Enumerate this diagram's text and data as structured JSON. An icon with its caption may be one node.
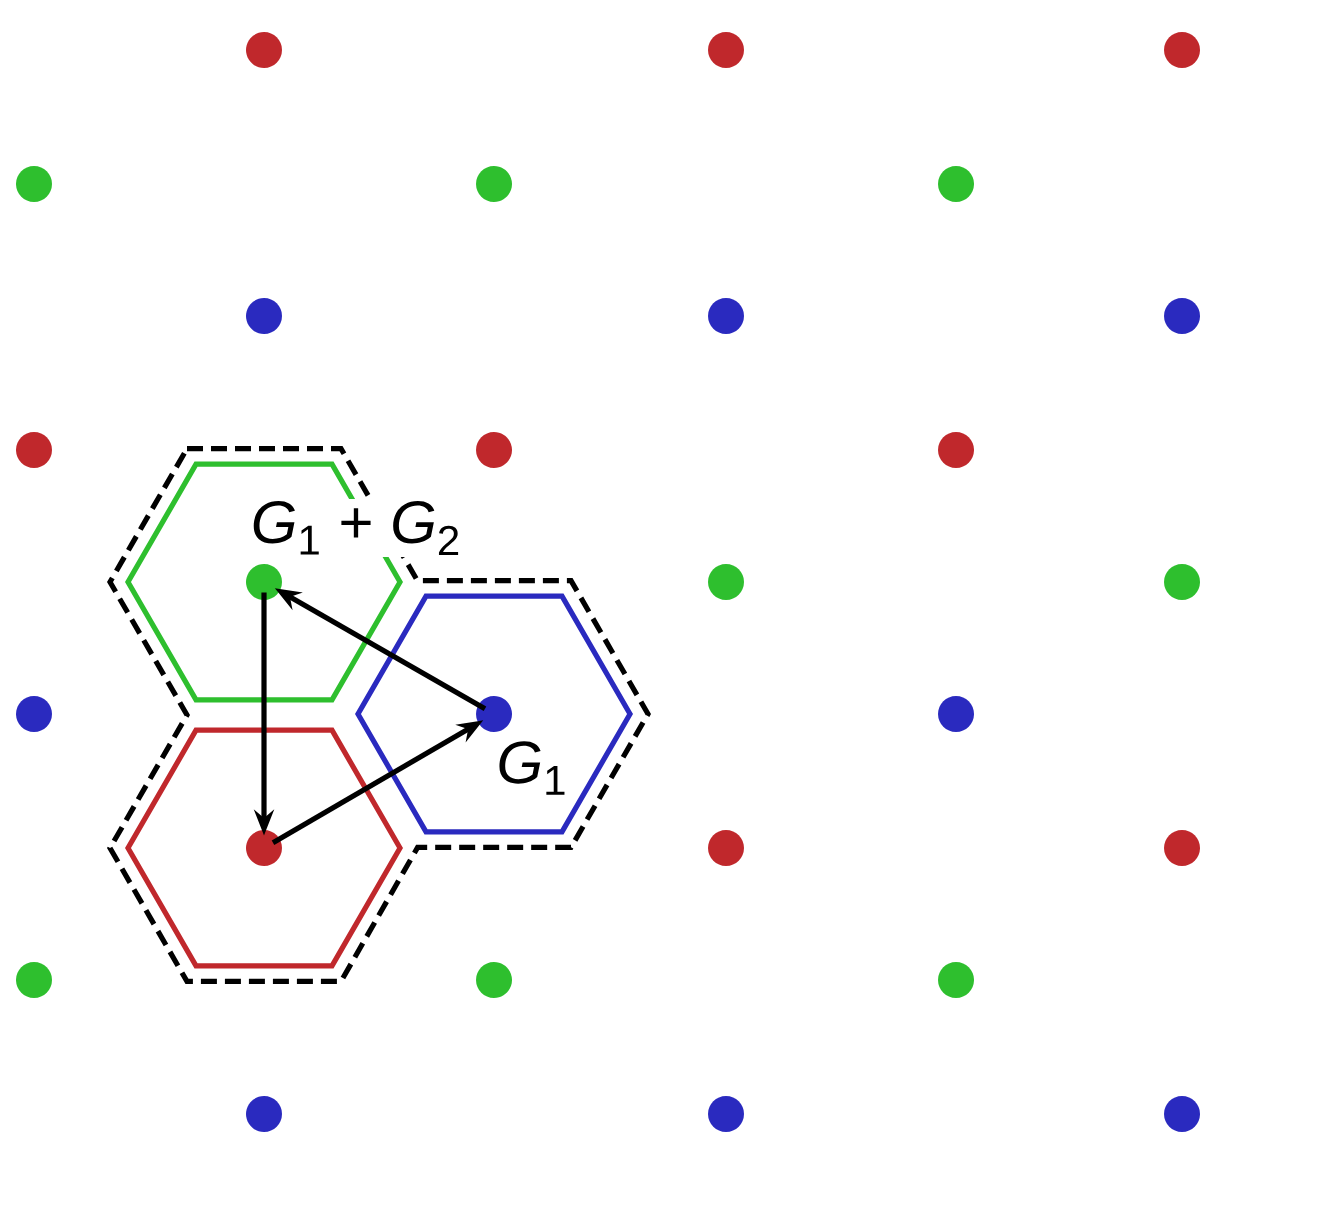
{
  "diagram": {
    "nodes": [
      {
        "text": [],
        "shape": "circle"
      },
      {
        "text": [],
        "shape": "circle"
      },
      {
        "text": [],
        "shape": "circle"
      },
      {
        "text": [],
        "shape": "circle"
      },
      {
        "text": [],
        "shape": "circle"
      },
      {
        "text": [],
        "shape": "circle"
      },
      {
        "text": [],
        "shape": "circle"
      },
      {
        "text": [],
        "shape": "circle"
      },
      {
        "text": [],
        "shape": "circle"
      },
      {
        "text": [],
        "shape": "circle"
      },
      {
        "text": [],
        "shape": "circle"
      },
      {
        "text": [],
        "shape": "circle"
      },
      {
        "text": [],
        "shape": "circle"
      },
      {
        "text": [],
        "shape": "circle"
      },
      {
        "text": [],
        "shape": "circle"
      },
      {
        "text": [],
        "shape": "circle"
      },
      {
        "text": [],
        "shape": "circle"
      },
      {
        "text": [],
        "shape": "circle"
      },
      {
        "text": [],
        "shape": "circle"
      },
      {
        "text": [],
        "shape": "circle"
      },
      {
        "text": [],
        "shape": "circle"
      },
      {
        "text": [],
        "shape": "circle"
      },
      {
        "text": [],
        "shape": "circle"
      },
      {
        "text": [],
        "shape": "circle"
      },
      {
        "text": [],
        "shape": "circle"
      },
      {
        "text": [],
        "shape": "circle"
      },
      {
        "text": [],
        "shape": "circle"
      }
    ],
    "edges": [
      {
        "from": 18,
        "to": 16,
        "arrow": "to",
        "label": "*G*$_{1}$"
      },
      {
        "from": 16,
        "to": 12,
        "arrow": "to"
      },
      {
        "from": 12,
        "to": 18,
        "arrow": "to"
      }
    ],
    "labels": [
      "*G*$_{1}$ + *G*$_{2}$"
    ]
  }
}
